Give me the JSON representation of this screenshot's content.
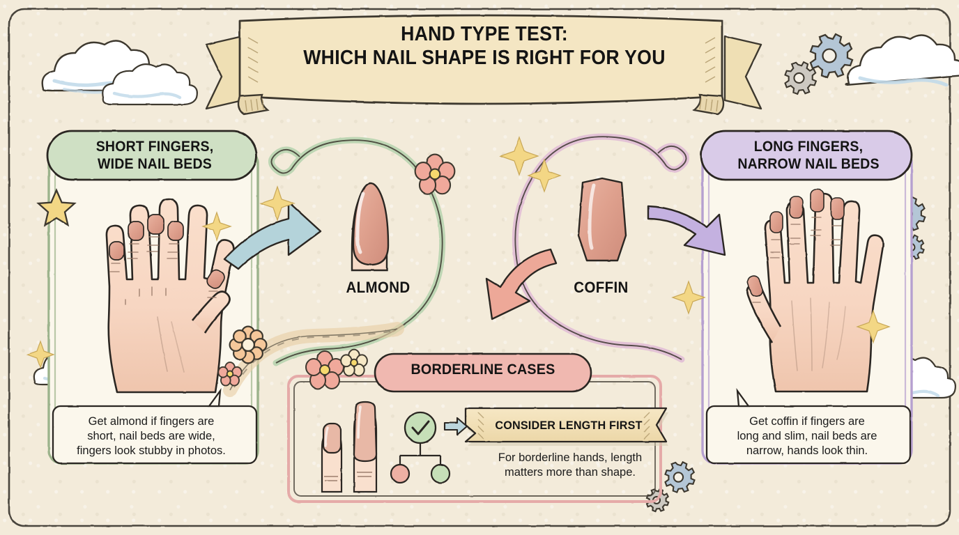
{
  "poster": {
    "title_line1": "HAND TYPE TEST:",
    "title_line2": "WHICH NAIL SHAPE IS RIGHT FOR YOU",
    "background_color": "#f3ebda",
    "panel_color": "#fbf7ec",
    "ink_color": "#2f2b26"
  },
  "left_panel": {
    "header_line1": "SHORT FINGERS,",
    "header_line2": "WIDE NAIL BEDS",
    "header_fill": "#cfe0c4",
    "frame_color": "#9cb38c",
    "caption_line1": "Get almond if fingers are",
    "caption_line2": "short, nail beds are wide,",
    "caption_line3": "fingers look stubby in photos.",
    "illustration": "wide-hand-illustration"
  },
  "right_panel": {
    "header_line1": "LONG FINGERS,",
    "header_line2": "NARROW NAIL BEDS",
    "header_fill": "#d9cbe8",
    "frame_color": "#b6a0d0",
    "caption_line1": "Get coffin if fingers are",
    "caption_line2": "long and slim, nail beds are",
    "caption_line3": "narrow, hands look thin.",
    "illustration": "slim-hand-illustration"
  },
  "shapes": [
    {
      "name": "ALMOND",
      "swirl_color": "#bed6b4",
      "arrow_color": "#b4d3da",
      "nail_fill": "#e0a391"
    },
    {
      "name": "COFFIN",
      "swirl_color": "#e3c2d6",
      "arrow_color": "#c4b1e0",
      "nail_fill": "#e0a391"
    }
  ],
  "borderline": {
    "title": "BORDERLINE CASES",
    "title_fill": "#f0b8b0",
    "frame_color": "#e5aaa8",
    "ribbon_label": "CONSIDER LENGTH FIRST",
    "ribbon_fill": "#f3e3bc",
    "caption_line1": "For borderline hands, length",
    "caption_line2": "matters more than shape.",
    "decision_icon": "check-circle-flowchart-icon",
    "nails_icon": "short-vs-long-nail-icon",
    "arrow_icon": "small-right-arrow-icon"
  },
  "decorations": {
    "clouds": [
      "cloud-icon",
      "cloud-icon",
      "cloud-icon",
      "cloud-icon",
      "cloud-icon"
    ],
    "gears": [
      "gear-icon",
      "gear-icon",
      "gear-icon",
      "gear-icon",
      "gear-icon"
    ],
    "stars": [
      "star-icon",
      "sparkle-icon",
      "sparkle-icon",
      "sparkle-icon",
      "sparkle-icon",
      "sparkle-icon",
      "sparkle-icon"
    ],
    "flowers": [
      "flower-icon",
      "flower-icon",
      "flower-icon",
      "flower-icon",
      "flower-icon",
      "flower-icon"
    ],
    "cloud_fill": "#ffffff",
    "cloud_shade": "#c2daea",
    "gear_fill_blue": "#b4c6d6",
    "gear_fill_gray": "#cdc9c1",
    "star_fill": "#f3d785",
    "flower_pink": "#f0a99b",
    "flower_cream": "#f6e8c6",
    "flower_peach": "#f5c79a"
  }
}
